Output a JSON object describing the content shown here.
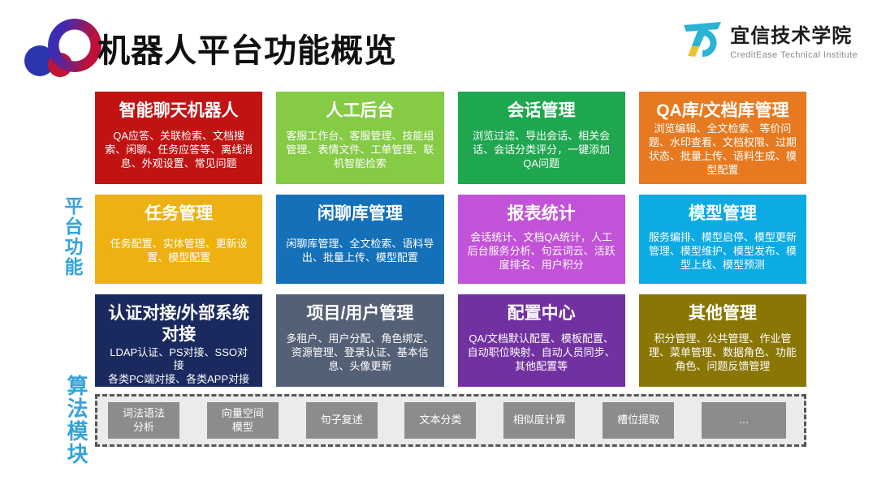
{
  "header": {
    "title": "机器人平台功能概览",
    "brand": {
      "name": "宜信技术学院",
      "subtitle": "CreditEase Technical Institute"
    }
  },
  "side_labels": {
    "platform": "平台功能",
    "algorithm": "算法模块"
  },
  "colors": {
    "side_label_blue": "#35a3d9",
    "module_gray": "#8c8c8c",
    "module_panel_bg": "#edebea",
    "module_panel_border": "#53565c",
    "logo_blue": "#2c34ae",
    "logo_red": "#c11338",
    "brand_cyan": "#2bb3d6",
    "brand_yellow": "#ecc231"
  },
  "cards": [
    {
      "title": "智能聊天机器人",
      "color": "#c21313",
      "body": "QA应答、关联检索、文档搜索、闲聊、任务应答等、离线消息、外观设置、常见问题"
    },
    {
      "title": "人工后台",
      "color": "#85cb45",
      "body": "客服工作台、客服管理、技能组管理、表情文件、工单管理、联机智能检索"
    },
    {
      "title": "会话管理",
      "color": "#1fa750",
      "body": "浏览过滤、导出会话、相关会话、会话分类评分，一键添加QA问题"
    },
    {
      "title": "QA库/文档库管理",
      "color": "#e77a21",
      "body": "浏览编辑、全文检索、等价问题、水印查看、文档权限、过期状态、批量上传、语料生成、模型配置"
    },
    {
      "title": "任务管理",
      "color": "#edb111",
      "body": "任务配置、实体管理、更新设置、模型配置"
    },
    {
      "title": "闲聊库管理",
      "color": "#1470b8",
      "body": "闲聊库管理、全文检索、语料导出、批量上传、模型配置"
    },
    {
      "title": "报表统计",
      "color": "#c253d8",
      "body": "会话统计、文档QA统计，人工后台服务分析、句云词云、活跃度排名、用户积分"
    },
    {
      "title": "模型管理",
      "color": "#0dabe4",
      "body": "服务编排、模型启停、模型更新管理、模型维护、模型发布、模型上线、模型预测"
    },
    {
      "title": "认证对接/外部系统对接",
      "color": "#1a2a5e",
      "body": "LDAP认证、PS对接、SSO对接\n各类PC端对接、各类APP对接"
    },
    {
      "title": "项目/用户管理",
      "color": "#546076",
      "body": "多租户、用户分配、角色绑定、资源管理、登录认证、基本信息、头像更新"
    },
    {
      "title": "配置中心",
      "color": "#7231a1",
      "body": "QA/文档默认配置、模板配置、自动职位映射、自动人员同步、其他配置等"
    },
    {
      "title": "其他管理",
      "color": "#8a7605",
      "body": "积分管理、公共管理、作业管理、菜单管理、数据角色、功能角色、问题反馈管理"
    }
  ],
  "modules": [
    "词法语法\n分析",
    "向量空间\n模型",
    "句子复述",
    "文本分类",
    "相似度计算",
    "槽位提取",
    "…"
  ]
}
